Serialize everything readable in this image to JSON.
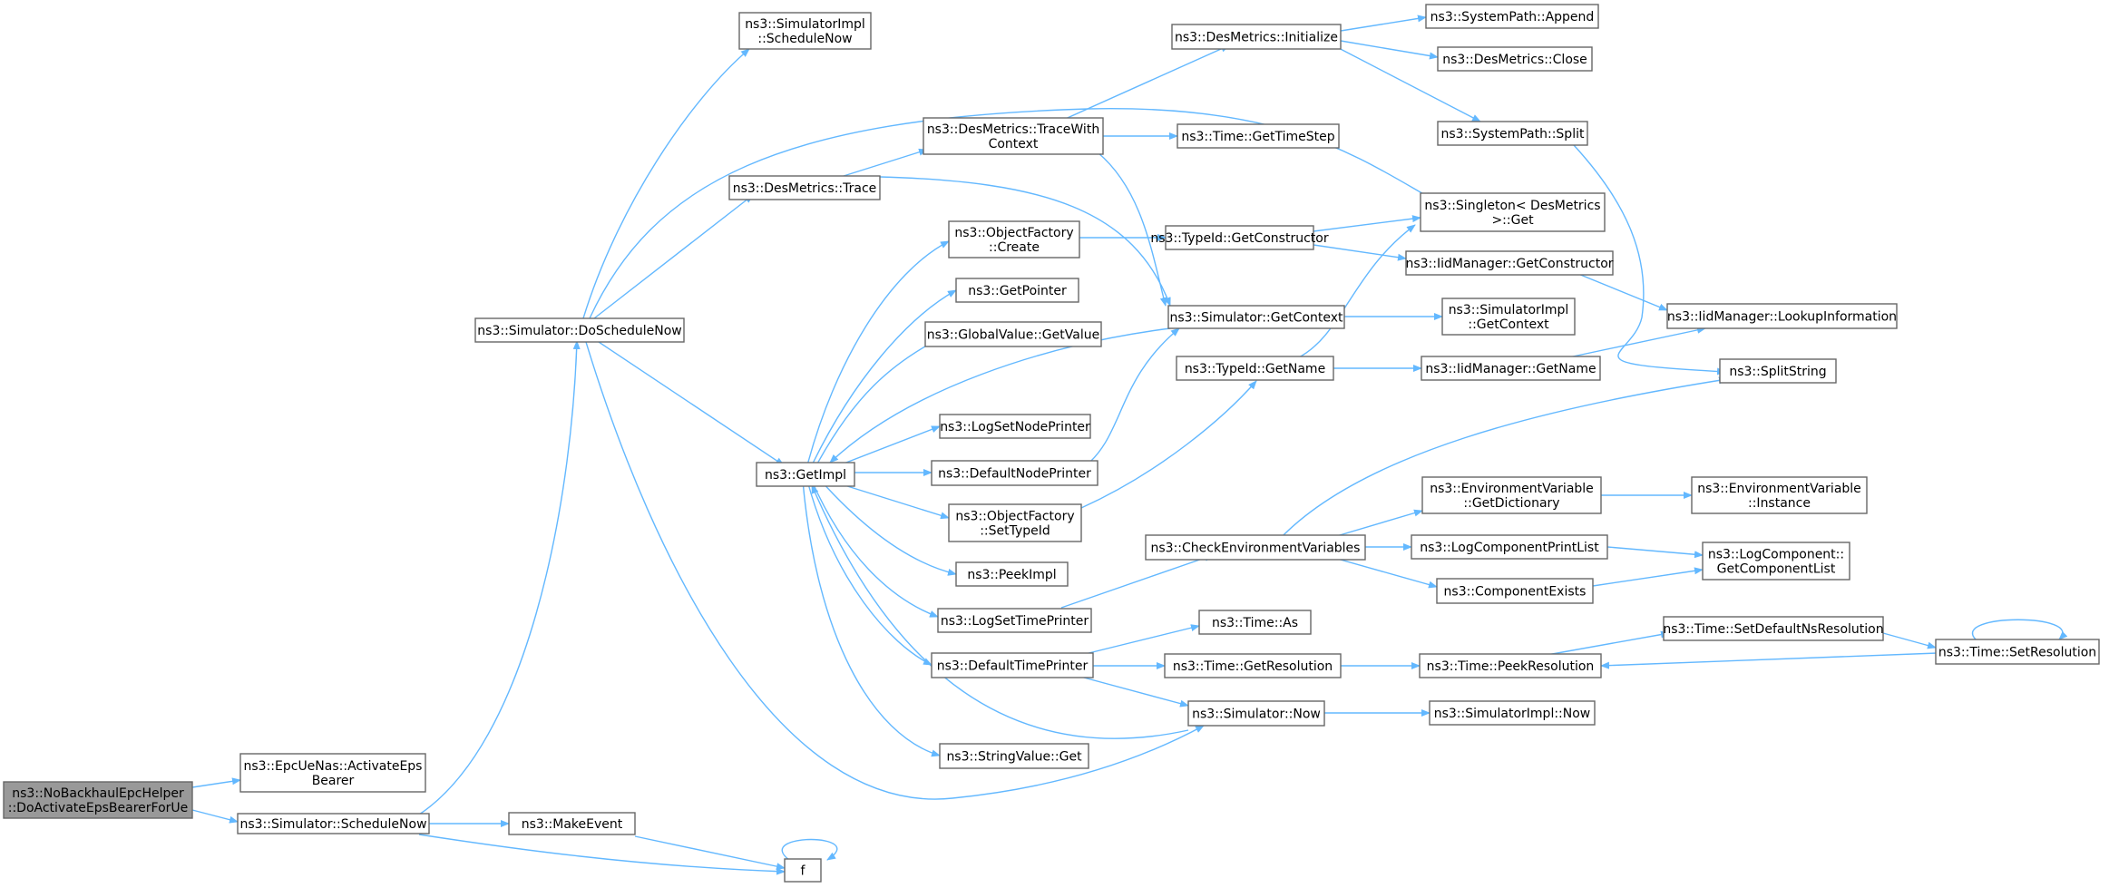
{
  "graph": {
    "edge_color": "#63b8ff",
    "node_border_color": "#666666",
    "root_fill_color": "#999999",
    "nodes": [
      {
        "id": "root",
        "lines": [
          "ns3::NoBackhaulEpcHelper",
          "::DoActivateEpsBearerForUe"
        ],
        "root": true
      },
      {
        "id": "activate",
        "lines": [
          "ns3::EpcUeNas::ActivateEps",
          "Bearer"
        ]
      },
      {
        "id": "schedulenow",
        "lines": [
          "ns3::Simulator::ScheduleNow"
        ]
      },
      {
        "id": "doschedulenow",
        "lines": [
          "ns3::Simulator::DoScheduleNow"
        ]
      },
      {
        "id": "makeevent",
        "lines": [
          "ns3::MakeEvent"
        ]
      },
      {
        "id": "f",
        "lines": [
          "f"
        ]
      },
      {
        "id": "implschedulenow",
        "lines": [
          "ns3::SimulatorImpl",
          "::ScheduleNow"
        ]
      },
      {
        "id": "desmetricstrace",
        "lines": [
          "ns3::DesMetrics::Trace"
        ]
      },
      {
        "id": "getimpl",
        "lines": [
          "ns3::GetImpl"
        ]
      },
      {
        "id": "tracewithcontext",
        "lines": [
          "ns3::DesMetrics::TraceWith",
          "Context"
        ]
      },
      {
        "id": "initialize",
        "lines": [
          "ns3::DesMetrics::Initialize"
        ]
      },
      {
        "id": "gettimestep",
        "lines": [
          "ns3::Time::GetTimeStep"
        ]
      },
      {
        "id": "append",
        "lines": [
          "ns3::SystemPath::Append"
        ]
      },
      {
        "id": "close",
        "lines": [
          "ns3::DesMetrics::Close"
        ]
      },
      {
        "id": "split",
        "lines": [
          "ns3::SystemPath::Split"
        ]
      },
      {
        "id": "singleton",
        "lines": [
          "ns3::Singleton< DesMetrics",
          ">::Get"
        ]
      },
      {
        "id": "ofcreate",
        "lines": [
          "ns3::ObjectFactory",
          "::Create"
        ]
      },
      {
        "id": "getconstructor",
        "lines": [
          "ns3::TypeId::GetConstructor"
        ]
      },
      {
        "id": "iidgetconstructor",
        "lines": [
          "ns3::IidManager::GetConstructor"
        ]
      },
      {
        "id": "lookup",
        "lines": [
          "ns3::IidManager::LookupInformation"
        ]
      },
      {
        "id": "getpointer",
        "lines": [
          "ns3::GetPointer"
        ]
      },
      {
        "id": "globalvalue",
        "lines": [
          "ns3::GlobalValue::GetValue"
        ]
      },
      {
        "id": "getcontext",
        "lines": [
          "ns3::Simulator::GetContext"
        ]
      },
      {
        "id": "implgetcontext",
        "lines": [
          "ns3::SimulatorImpl",
          "::GetContext"
        ]
      },
      {
        "id": "typeidgetname",
        "lines": [
          "ns3::TypeId::GetName"
        ]
      },
      {
        "id": "iidgetname",
        "lines": [
          "ns3::IidManager::GetName"
        ]
      },
      {
        "id": "splitstring",
        "lines": [
          "ns3::SplitString"
        ]
      },
      {
        "id": "lognodeprinter",
        "lines": [
          "ns3::LogSetNodePrinter"
        ]
      },
      {
        "id": "defaultnodeprinter",
        "lines": [
          "ns3::DefaultNodePrinter"
        ]
      },
      {
        "id": "settypeid",
        "lines": [
          "ns3::ObjectFactory",
          "::SetTypeId"
        ]
      },
      {
        "id": "checkenv",
        "lines": [
          "ns3::CheckEnvironmentVariables"
        ]
      },
      {
        "id": "getdictionary",
        "lines": [
          "ns3::EnvironmentVariable",
          "::GetDictionary"
        ]
      },
      {
        "id": "envinstance",
        "lines": [
          "ns3::EnvironmentVariable",
          "::Instance"
        ]
      },
      {
        "id": "logcomponentprintlist",
        "lines": [
          "ns3::LogComponentPrintList"
        ]
      },
      {
        "id": "componentexists",
        "lines": [
          "ns3::ComponentExists"
        ]
      },
      {
        "id": "getcomponentlist",
        "lines": [
          "ns3::LogComponent::",
          "GetComponentList"
        ]
      },
      {
        "id": "peekimpl",
        "lines": [
          "ns3::PeekImpl"
        ]
      },
      {
        "id": "logsettimeprinter",
        "lines": [
          "ns3::LogSetTimePrinter"
        ]
      },
      {
        "id": "defaulttimeprinter",
        "lines": [
          "ns3::DefaultTimePrinter"
        ]
      },
      {
        "id": "timeas",
        "lines": [
          "ns3::Time::As"
        ]
      },
      {
        "id": "getresolution",
        "lines": [
          "ns3::Time::GetResolution"
        ]
      },
      {
        "id": "peekresolution",
        "lines": [
          "ns3::Time::PeekResolution"
        ]
      },
      {
        "id": "setdefaultns",
        "lines": [
          "ns3::Time::SetDefaultNsResolution"
        ]
      },
      {
        "id": "setresolution",
        "lines": [
          "ns3::Time::SetResolution"
        ]
      },
      {
        "id": "simnow",
        "lines": [
          "ns3::Simulator::Now"
        ]
      },
      {
        "id": "implnow",
        "lines": [
          "ns3::SimulatorImpl::Now"
        ]
      },
      {
        "id": "stringvalueget",
        "lines": [
          "ns3::StringValue::Get"
        ]
      }
    ]
  }
}
